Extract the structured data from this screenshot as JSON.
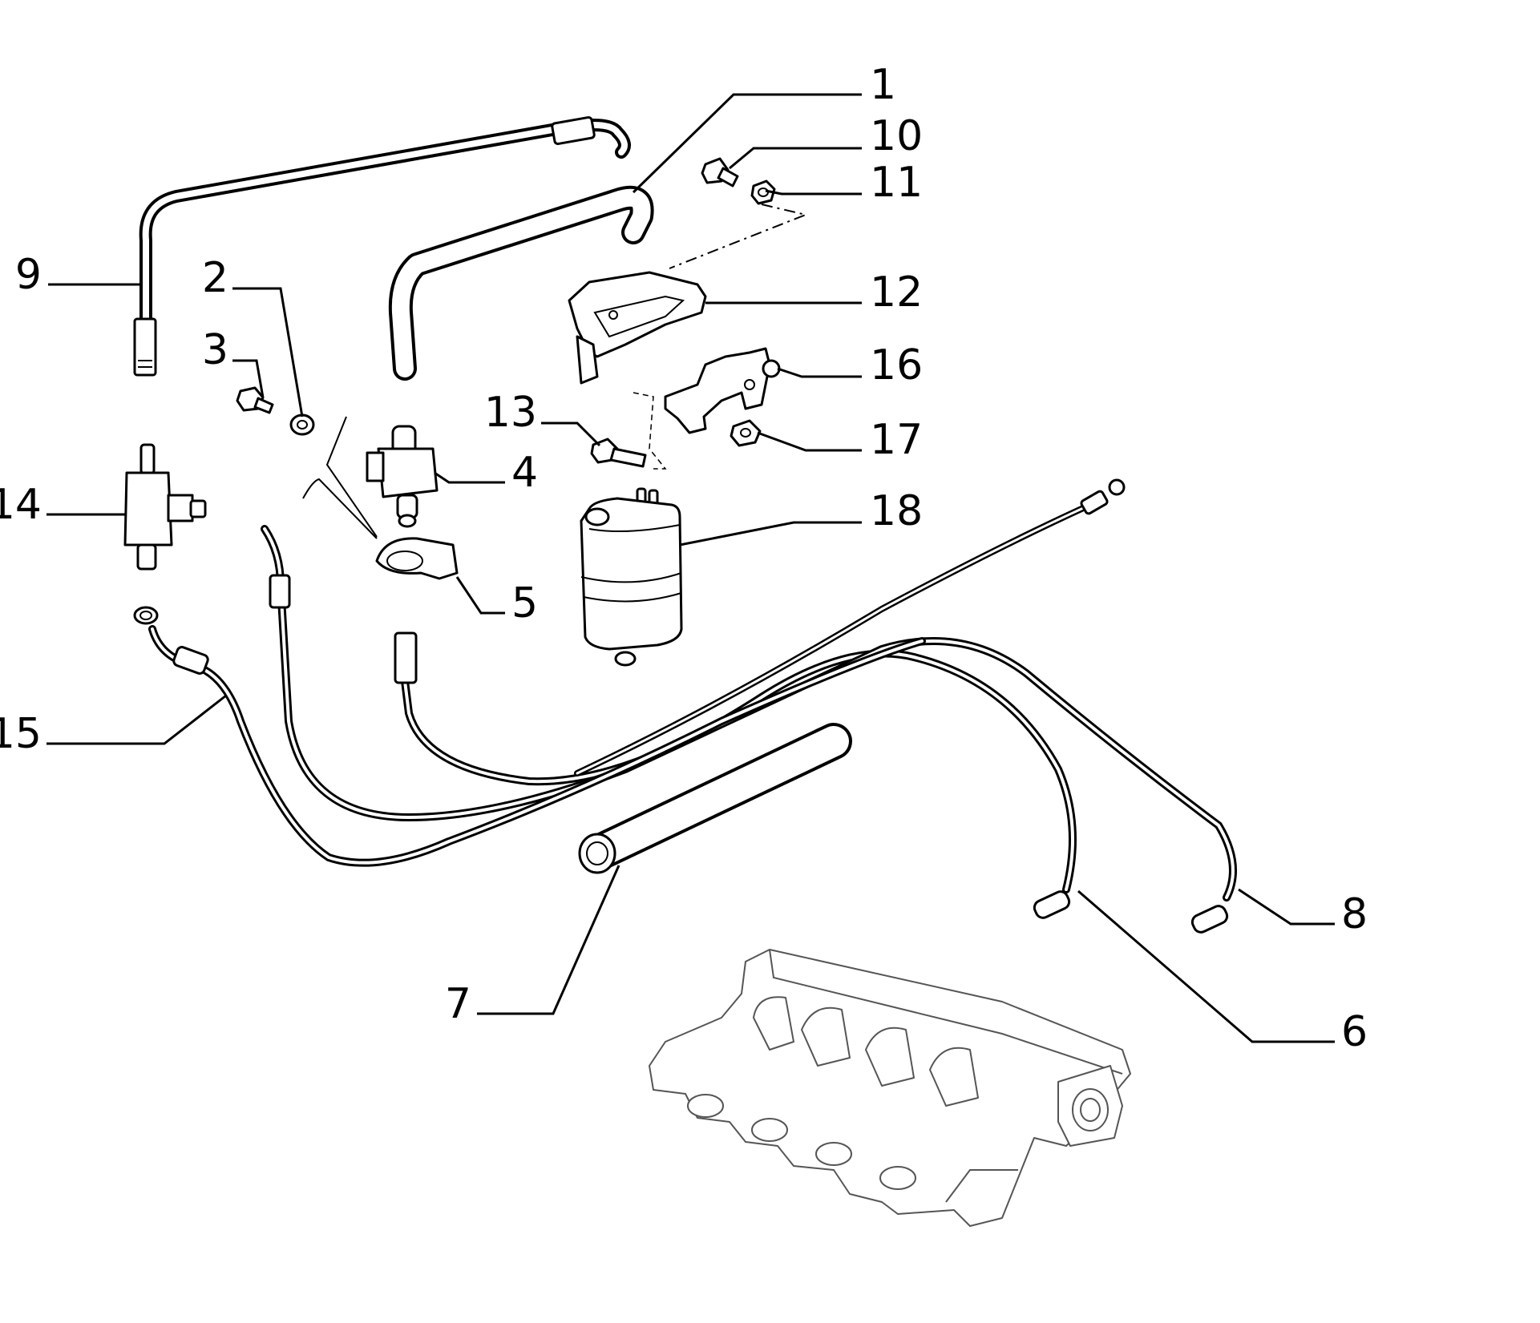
{
  "callouts": [
    {
      "id": "1",
      "label": "1"
    },
    {
      "id": "2",
      "label": "2"
    },
    {
      "id": "3",
      "label": "3"
    },
    {
      "id": "4",
      "label": "4"
    },
    {
      "id": "5",
      "label": "5"
    },
    {
      "id": "6",
      "label": "6"
    },
    {
      "id": "7",
      "label": "7"
    },
    {
      "id": "8",
      "label": "8"
    },
    {
      "id": "9",
      "label": "9"
    },
    {
      "id": "10",
      "label": "10"
    },
    {
      "id": "11",
      "label": "11"
    },
    {
      "id": "12",
      "label": "12"
    },
    {
      "id": "13",
      "label": "13"
    },
    {
      "id": "14",
      "label": "14"
    },
    {
      "id": "15",
      "label": "15"
    },
    {
      "id": "16",
      "label": "16"
    },
    {
      "id": "17",
      "label": "17"
    },
    {
      "id": "18",
      "label": "18"
    }
  ],
  "colors": {
    "line": "#000000",
    "background": "#ffffff",
    "ghost_line": "#555555"
  }
}
